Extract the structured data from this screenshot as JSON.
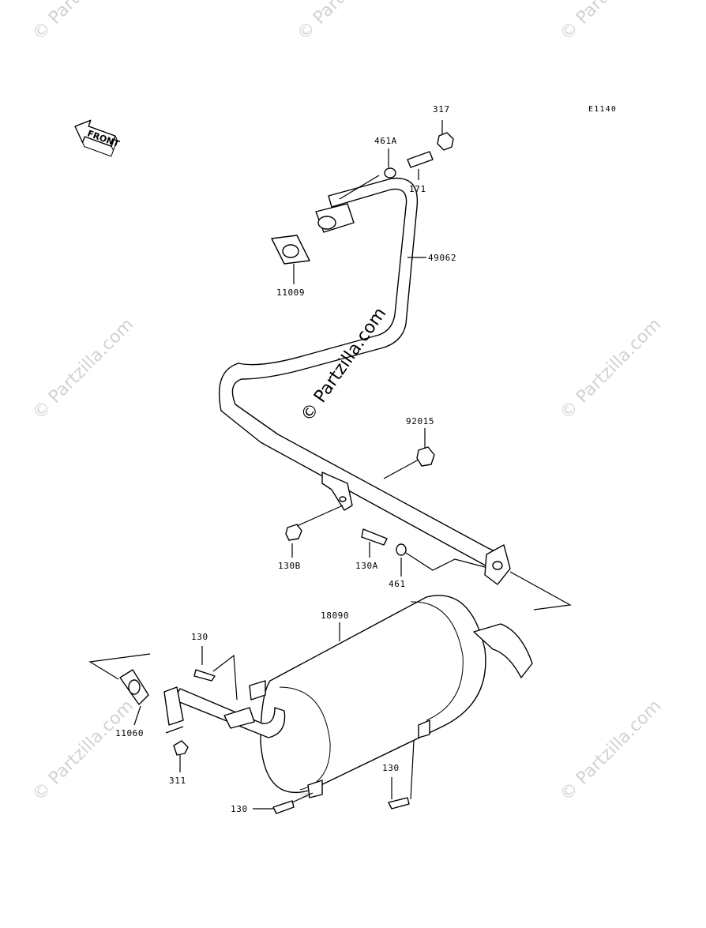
{
  "diagram": {
    "code": "E1140",
    "front_label": "FRONT",
    "watermark": "© Partzilla.com",
    "callouts": {
      "c317": "317",
      "c461A": "461A",
      "c171": "171",
      "c49062": "49062",
      "c11009": "11009",
      "c92015": "92015",
      "c130B": "130B",
      "c130A": "130A",
      "c461": "461",
      "c18090": "18090",
      "c130_top": "130",
      "c11060": "11060",
      "c311": "311",
      "c130_bottom_left": "130",
      "c130_right": "130"
    }
  }
}
